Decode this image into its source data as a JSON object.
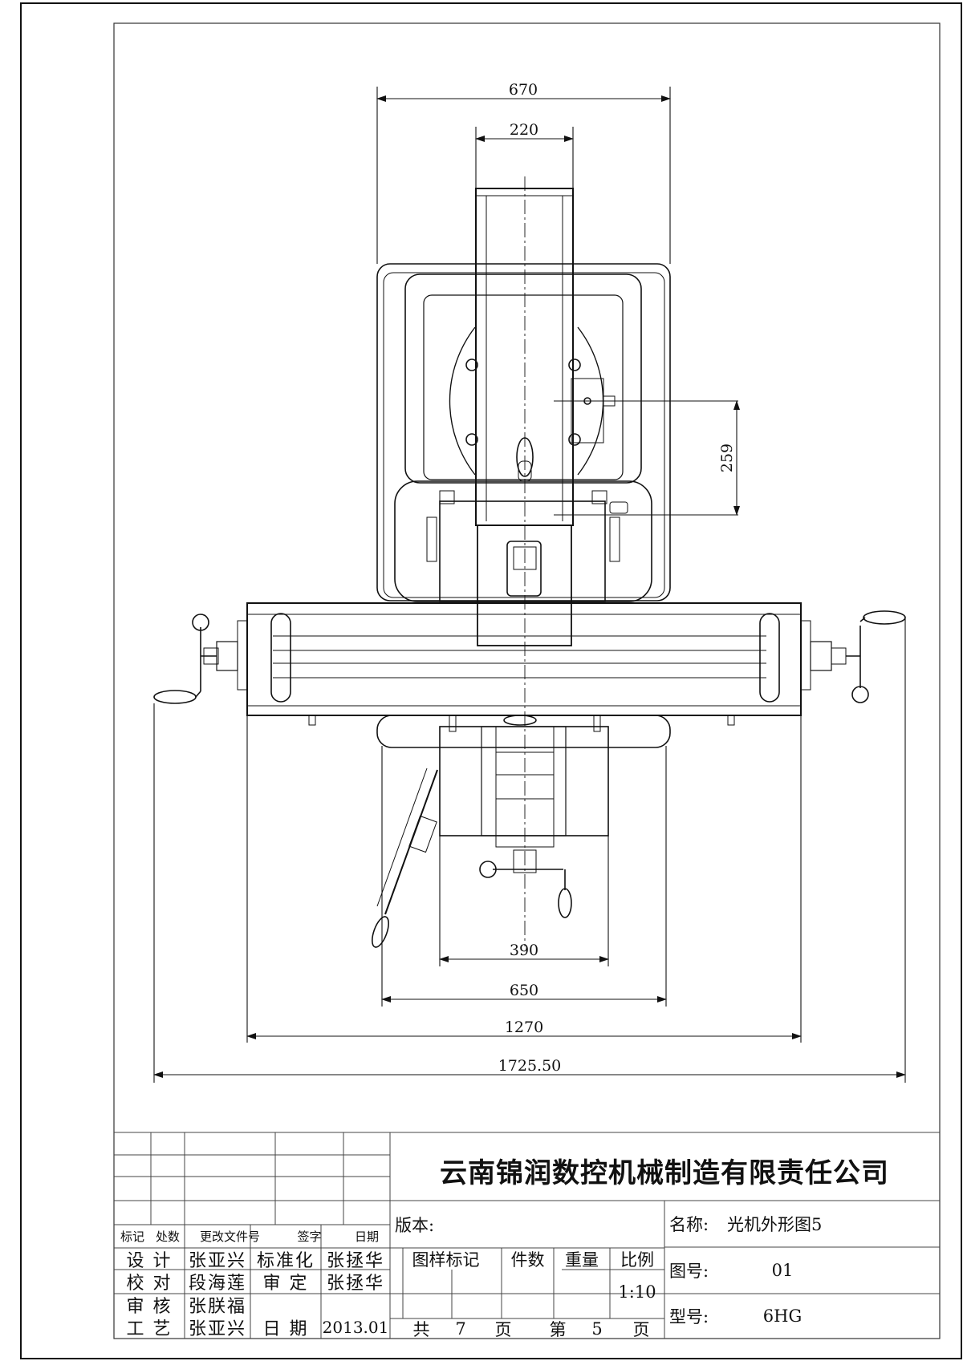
{
  "dimensions": {
    "d670": "670",
    "d220": "220",
    "d259": "259",
    "d390": "390",
    "d650": "650",
    "d1270": "1270",
    "d1725": "1725.50"
  },
  "title_block": {
    "company": "云南锦润数控机械制造有限责任公司",
    "revision_header": {
      "mark": "标记",
      "count": "处数",
      "doc_no": "更改文件号",
      "signature": "签字",
      "date": "日期"
    },
    "roles": [
      {
        "role": "设 计",
        "name": "张亚兴",
        "role2": "标准化",
        "name2": "张拯华"
      },
      {
        "role": "校 对",
        "name": "段海莲",
        "role2": "审 定",
        "name2": "张拯华"
      },
      {
        "role": "审 核",
        "name": "张朕福",
        "role2": "",
        "name2": ""
      },
      {
        "role": "工 艺",
        "name": "张亚兴",
        "role2": "日 期",
        "name2": "2013.01"
      }
    ],
    "version_label": "版本:",
    "sample_mark": "图样标记",
    "qty": "件数",
    "weight": "重量",
    "scale_label": "比例",
    "scale_value": "1:10",
    "total_label": "共",
    "total_pages": "7",
    "page_label": "页",
    "nth_label": "第",
    "current_page": "5",
    "name_label": "名称:",
    "name_value": "光机外形图5",
    "drawing_no_label": "图号:",
    "drawing_no_value": "01",
    "model_label": "型号:",
    "model_value": "6HG"
  },
  "colors": {
    "line": "#111111",
    "paper": "#ffffff"
  }
}
